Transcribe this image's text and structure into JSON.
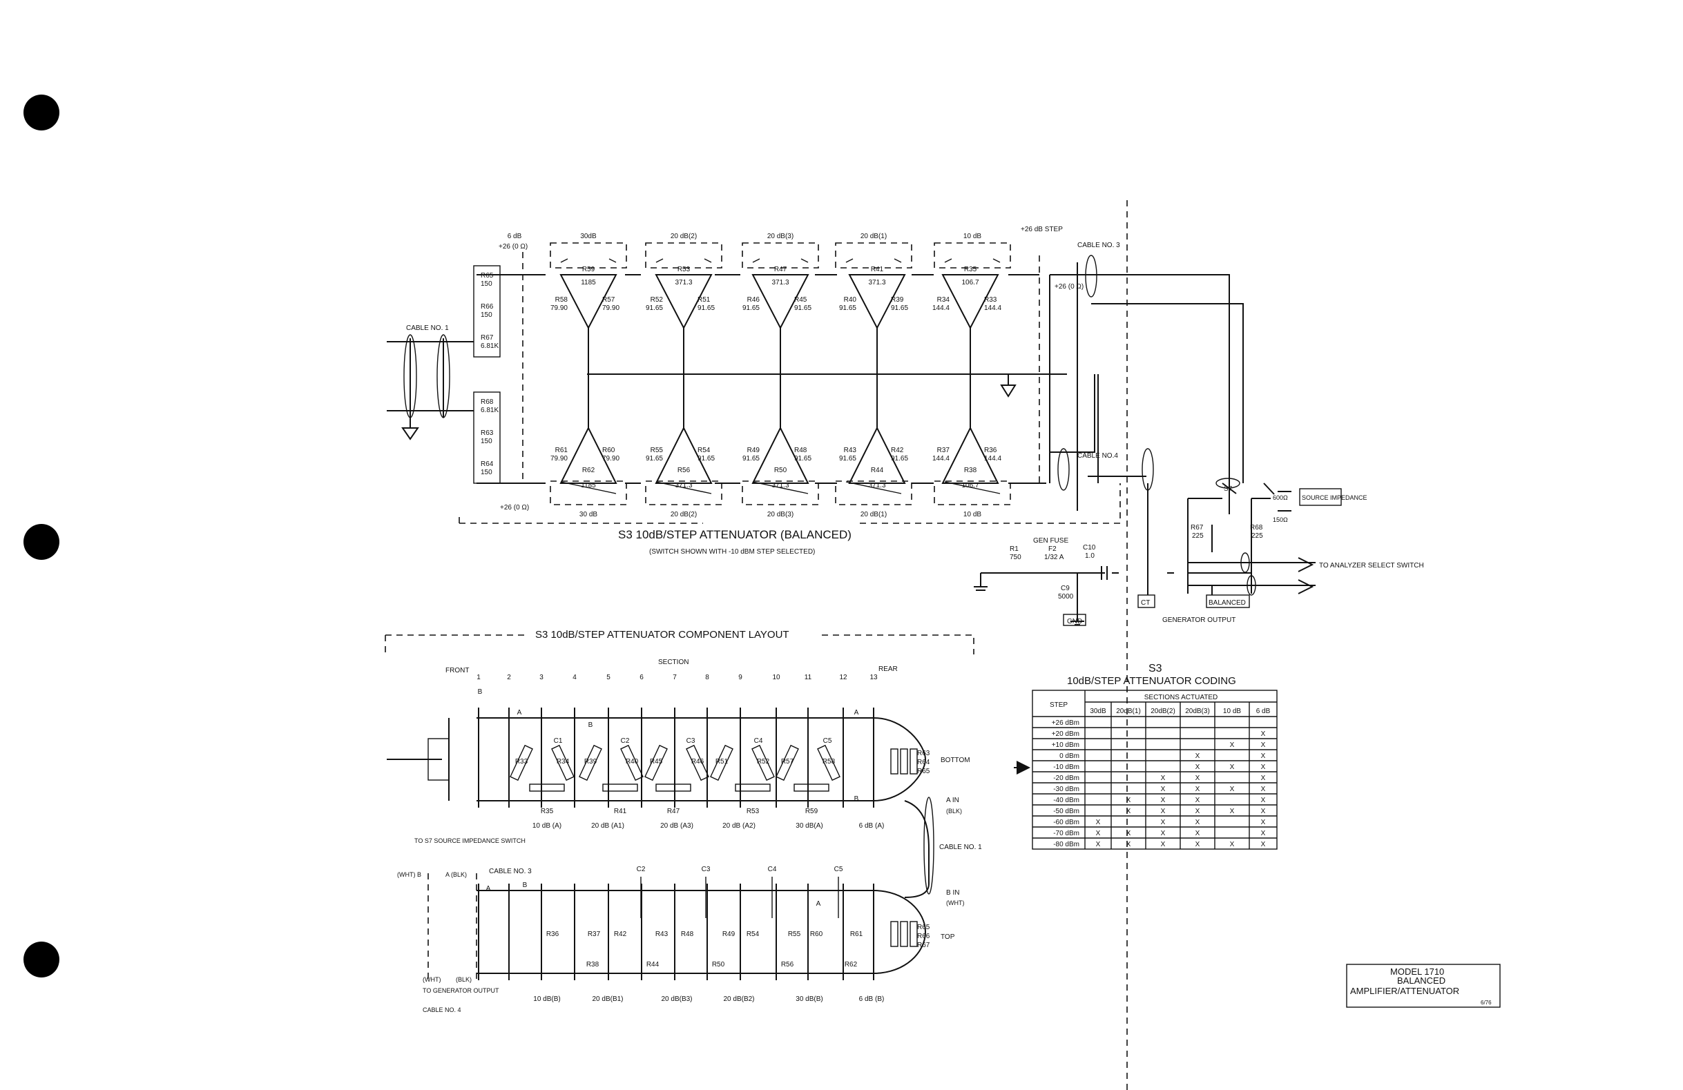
{
  "schematic": {
    "switch_labels_top": [
      "6 dB",
      "30dB",
      "20 dB(2)",
      "20 dB(3)",
      "20 dB(1)",
      "10 dB"
    ],
    "switch_labels_bottom": [
      "30 dB",
      "20 dB(2)",
      "20 dB(3)",
      "20 dB(1)",
      "10 dB"
    ],
    "plus26_top": "+26 (0 Ω)",
    "plus26_bottom": "+26 (0 Ω)",
    "plus26_right": "+26 (0 Ω)",
    "step_label": "+26 dB STEP",
    "cable1": "CABLE NO. 1",
    "cable3": "CABLE NO. 3",
    "cable4": "CABLE NO.4",
    "left_resistors_top": [
      {
        "name": "R65",
        "value": "150"
      },
      {
        "name": "R66",
        "value": "150"
      },
      {
        "name": "R67",
        "value": "6.81K"
      }
    ],
    "left_resistors_bottom": [
      {
        "name": "R68",
        "value": "6.81K"
      },
      {
        "name": "R63",
        "value": "150"
      },
      {
        "name": "R64",
        "value": "150"
      }
    ],
    "pads_top": [
      {
        "bridge": "R59",
        "bridge_val": "1185",
        "left": "R58",
        "left_val": "79.90",
        "right": "R57",
        "right_val": "79.90"
      },
      {
        "bridge": "R53",
        "bridge_val": "371.3",
        "left": "R52",
        "left_val": "91.65",
        "right": "R51",
        "right_val": "91.65"
      },
      {
        "bridge": "R47",
        "bridge_val": "371.3",
        "left": "R46",
        "left_val": "91.65",
        "right": "R45",
        "right_val": "91.65"
      },
      {
        "bridge": "R41",
        "bridge_val": "371.3",
        "left": "R40",
        "left_val": "91.65",
        "right": "R39",
        "right_val": "91.65"
      },
      {
        "bridge": "R35",
        "bridge_val": "106.7",
        "left": "R34",
        "left_val": "144.4",
        "right": "R33",
        "right_val": "144.4"
      }
    ],
    "pads_bottom": [
      {
        "bridge": "R62",
        "bridge_val": "1185",
        "left": "R61",
        "left_val": "79.90",
        "right": "R60",
        "right_val": "79.90"
      },
      {
        "bridge": "R56",
        "bridge_val": "371.3",
        "left": "R55",
        "left_val": "91.65",
        "right": "R54",
        "right_val": "91.65"
      },
      {
        "bridge": "R50",
        "bridge_val": "371.3",
        "left": "R49",
        "left_val": "91.65",
        "right": "R48",
        "right_val": "91.65"
      },
      {
        "bridge": "R44",
        "bridge_val": "371.3",
        "left": "R43",
        "left_val": "91.65",
        "right": "R42",
        "right_val": "91.65"
      },
      {
        "bridge": "R38",
        "bridge_val": "106.7",
        "left": "R37",
        "left_val": "144.4",
        "right": "R36",
        "right_val": "144.4"
      }
    ],
    "title": "S3 10dB/STEP ATTENUATOR (BALANCED)",
    "subtitle": "(SWITCH SHOWN WITH -10 dBM STEP SELECTED)",
    "output": {
      "s7": "S7",
      "source_impedance": "SOURCE IMPEDANCE",
      "ohm600": "600Ω",
      "ohm150": "150Ω",
      "r67": "R67",
      "r67_val": "225",
      "r68": "R68",
      "r68_val": "225",
      "to_analyzer": "TO ANALYZER SELECT SWITCH",
      "r1": "R1",
      "r1_val": "750",
      "gen_fuse": "GEN FUSE",
      "f2": "F2",
      "f2_val": "1/32 A",
      "c10": "C10",
      "c10_val": "1.0",
      "c9": "C9",
      "c9_val": "5000",
      "gnd": "GND",
      "ct": "CT",
      "balanced": "BALANCED",
      "generator_output": "GENERATOR OUTPUT"
    }
  },
  "layout": {
    "title": "S3 10dB/STEP ATTENUATOR COMPONENT LAYOUT",
    "section": "SECTION",
    "front": "FRONT",
    "rear": "REAR",
    "section_numbers": [
      "1",
      "2",
      "3",
      "4",
      "5",
      "6",
      "7",
      "8",
      "9",
      "10",
      "11",
      "12",
      "13"
    ],
    "bottom_sections": [
      "10 dB (A)",
      "20 dB (A1)",
      "20 dB (A3)",
      "20 dB (A2)",
      "30 dB(A)",
      "6 dB (A)"
    ],
    "top_sections": [
      "10 dB(B)",
      "20 dB(B1)",
      "20 dB(B3)",
      "20 dB(B2)",
      "30 dB(B)",
      "6 dB (B)"
    ],
    "bottom_resistors": [
      "R33",
      "R34",
      "R39",
      "R40",
      "R45",
      "R46",
      "R51",
      "R52",
      "R57",
      "R58"
    ],
    "bottom_resistors_low": [
      "R35",
      "R41",
      "R47",
      "R53",
      "R59"
    ],
    "bottom_caps": [
      "C1",
      "C2",
      "C3",
      "C4",
      "C5"
    ],
    "top_caps": [
      "C2",
      "C3",
      "C4",
      "C5"
    ],
    "top_resistors": [
      "R36",
      "R37",
      "R42",
      "R43",
      "R48",
      "R49",
      "R54",
      "R55",
      "R60",
      "R61"
    ],
    "top_resistors_low": [
      "R38",
      "R44",
      "R50",
      "R56",
      "R62"
    ],
    "rear_bottom": [
      "R63",
      "R64",
      "R65"
    ],
    "rear_top": [
      "R65",
      "R66",
      "R67"
    ],
    "bottom": "BOTTOM",
    "top": "TOP",
    "a_in": "A IN",
    "blk": "(BLK)",
    "b_in": "B IN",
    "wht": "(WHT)",
    "cable1": "CABLE NO. 1",
    "cable3": "CABLE NO. 3",
    "to_s7": "TO S7 SOURCE IMPEDANCE SWITCH",
    "wht_b": "(WHT) B",
    "a_blk": "A (BLK)",
    "to_gen": "TO GENERATOR OUTPUT",
    "cable4": "CABLE NO. 4",
    "wht_a": "(WHT)",
    "blk_a": "(BLK)",
    "a_letter": "A",
    "b_letter": "B"
  },
  "coding": {
    "title_line1": "S3",
    "title_line2": "10dB/STEP ATTENUATOR CODING",
    "step_header": "STEP",
    "sections_header": "SECTIONS ACTUATED",
    "columns": [
      "30dB",
      "20dB(1)",
      "20dB(2)",
      "20dB(3)",
      "10 dB",
      "6 dB"
    ],
    "rows": [
      {
        "step": "+26 dBm",
        "marks": [
          "",
          "",
          "",
          "",
          "",
          ""
        ]
      },
      {
        "step": "+20 dBm",
        "marks": [
          "",
          "",
          "",
          "",
          "",
          "X"
        ]
      },
      {
        "step": "+10 dBm",
        "marks": [
          "",
          "",
          "",
          "",
          "X",
          "X"
        ]
      },
      {
        "step": "0 dBm",
        "marks": [
          "",
          "",
          "",
          "X",
          "",
          "X"
        ]
      },
      {
        "step": "-10 dBm",
        "marks": [
          "",
          "",
          "",
          "X",
          "X",
          "X"
        ]
      },
      {
        "step": "-20 dBm",
        "marks": [
          "",
          "",
          "X",
          "X",
          "",
          "X"
        ]
      },
      {
        "step": "-30 dBm",
        "marks": [
          "",
          "",
          "X",
          "X",
          "X",
          "X"
        ]
      },
      {
        "step": "-40 dBm",
        "marks": [
          "",
          "X",
          "X",
          "X",
          "",
          "X"
        ]
      },
      {
        "step": "-50 dBm",
        "marks": [
          "",
          "X",
          "X",
          "X",
          "X",
          "X"
        ]
      },
      {
        "step": "-60 dBm",
        "marks": [
          "X",
          "",
          "X",
          "X",
          "",
          "X"
        ]
      },
      {
        "step": "-70 dBm",
        "marks": [
          "X",
          "X",
          "X",
          "X",
          "",
          "X"
        ]
      },
      {
        "step": "-80 dBm",
        "marks": [
          "X",
          "X",
          "X",
          "X",
          "X",
          "X"
        ]
      }
    ],
    "selected_row": "-10 dBm"
  },
  "titleblock": {
    "line1": "MODEL 1710",
    "line2": "BALANCED",
    "line3": "AMPLIFIER/ATTENUATOR",
    "date": "6/76"
  }
}
